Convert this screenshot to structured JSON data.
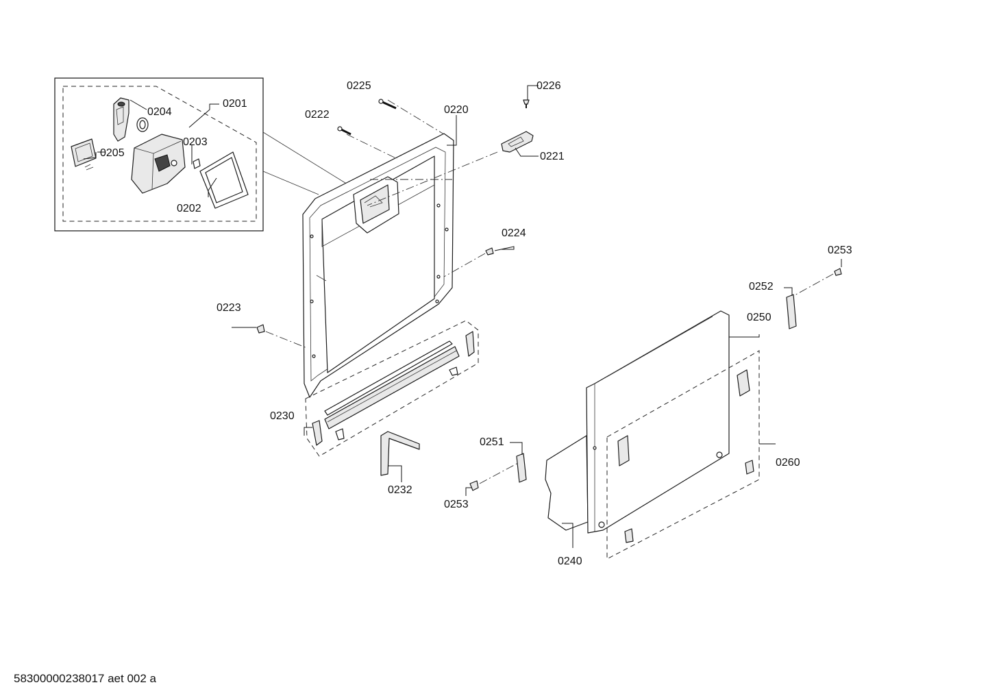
{
  "callouts": [
    {
      "id": "0201",
      "label": "0201"
    },
    {
      "id": "0202",
      "label": "0202"
    },
    {
      "id": "0203",
      "label": "0203"
    },
    {
      "id": "0204",
      "label": "0204"
    },
    {
      "id": "0205",
      "label": "0205"
    },
    {
      "id": "0220",
      "label": "0220"
    },
    {
      "id": "0221",
      "label": "0221"
    },
    {
      "id": "0222",
      "label": "0222"
    },
    {
      "id": "0223",
      "label": "0223"
    },
    {
      "id": "0224",
      "label": "0224"
    },
    {
      "id": "0225",
      "label": "0225"
    },
    {
      "id": "0226",
      "label": "0226"
    },
    {
      "id": "0230",
      "label": "0230"
    },
    {
      "id": "0232",
      "label": "0232"
    },
    {
      "id": "0240",
      "label": "0240"
    },
    {
      "id": "0250",
      "label": "0250"
    },
    {
      "id": "0251",
      "label": "0251"
    },
    {
      "id": "0252",
      "label": "0252"
    },
    {
      "id": "0253a",
      "label": "0253"
    },
    {
      "id": "0253b",
      "label": "0253"
    },
    {
      "id": "0260",
      "label": "0260"
    }
  ],
  "footer": {
    "code": "58300000238017 aet 002 a"
  }
}
